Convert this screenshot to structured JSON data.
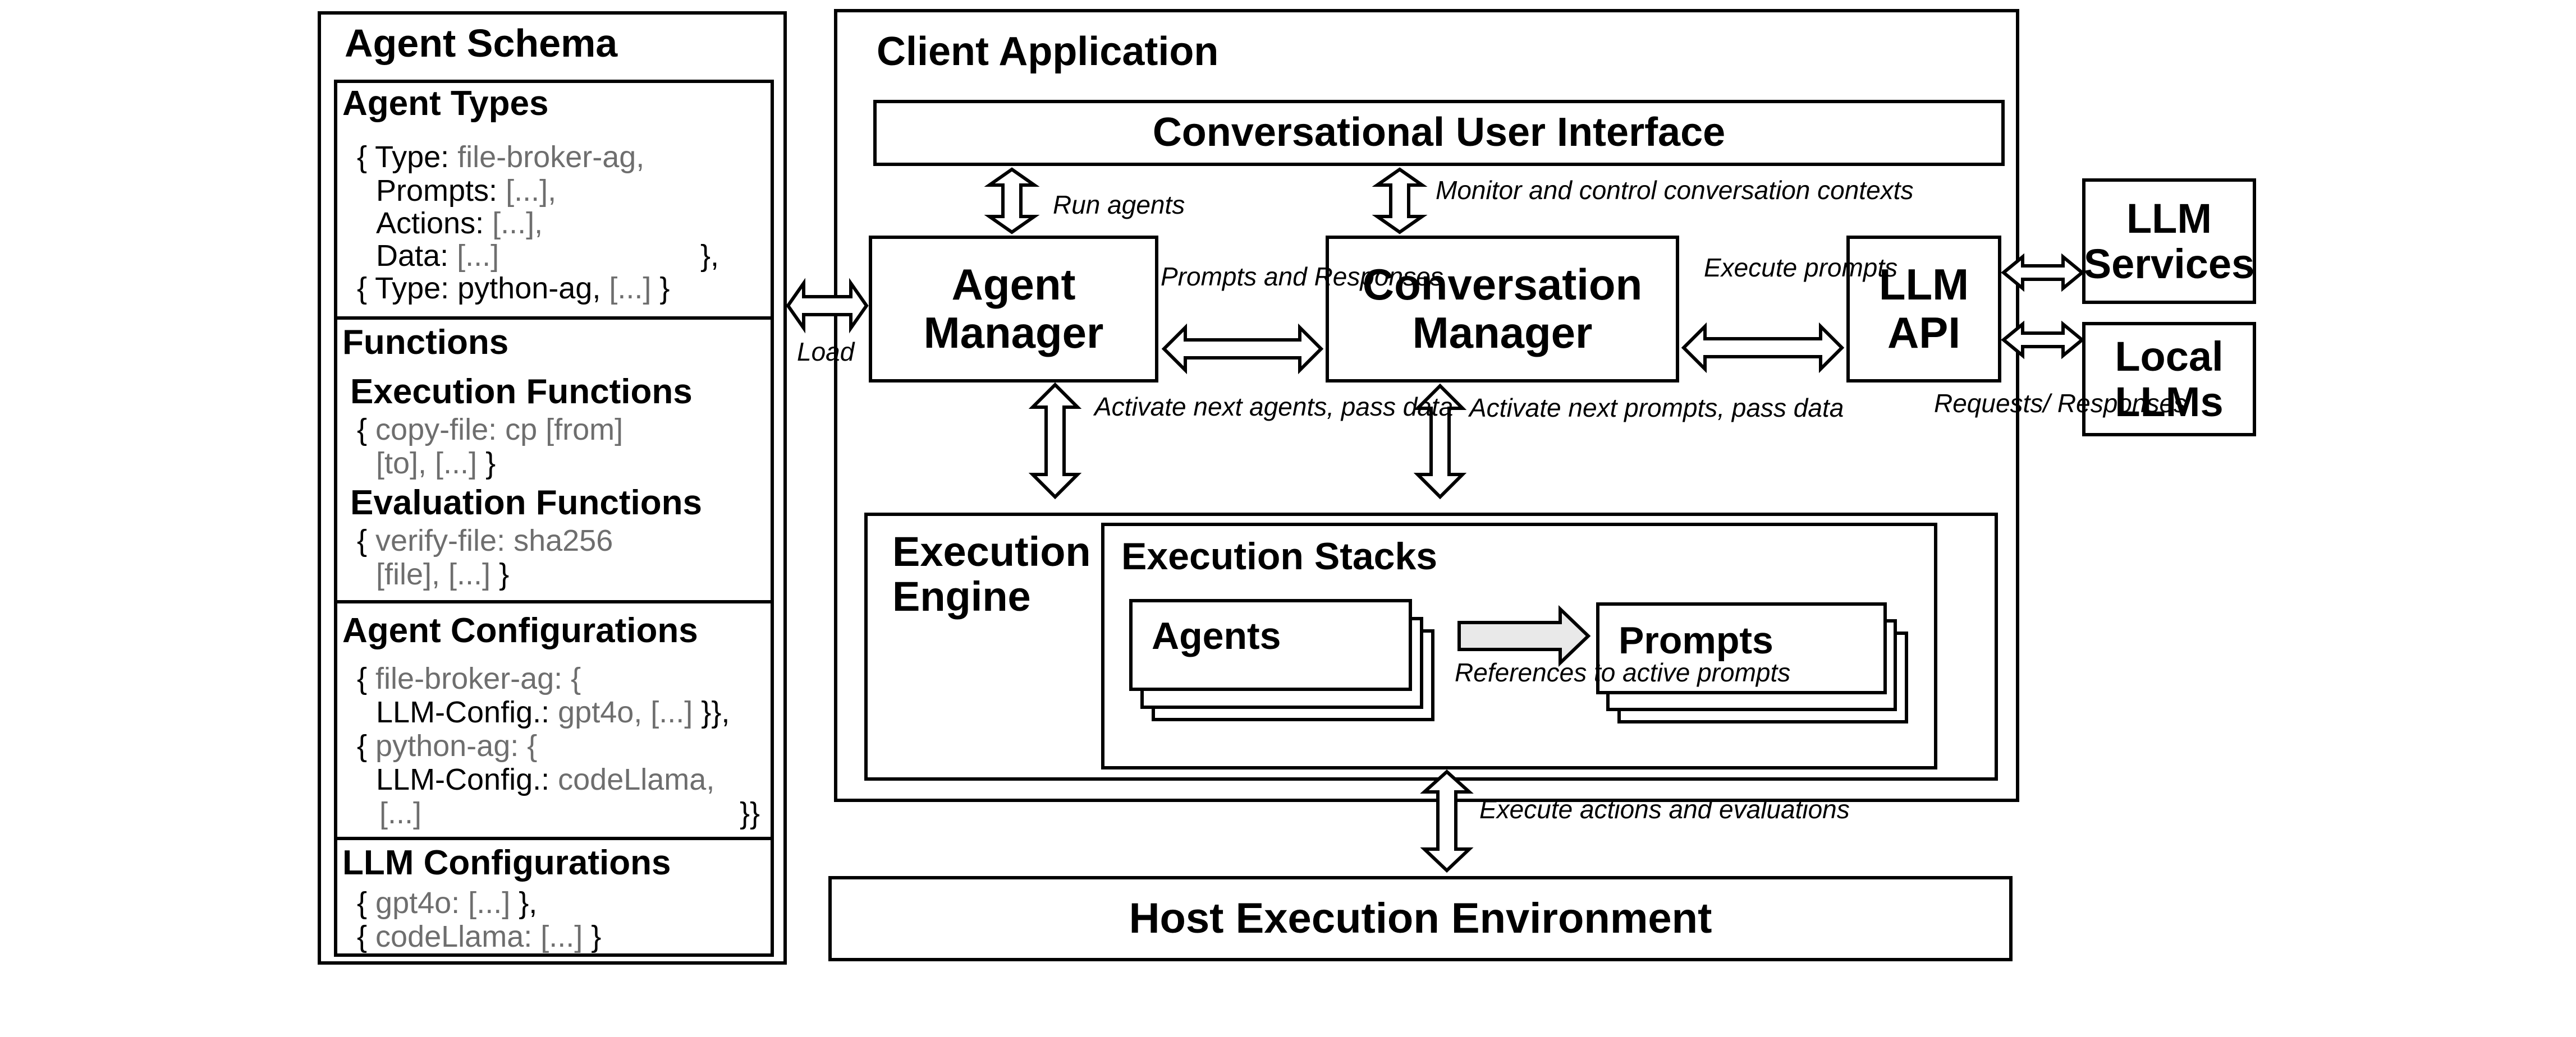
{
  "schema": {
    "title": "Agent Schema",
    "agent_types": {
      "title": "Agent Types",
      "l1_black": "{ Type: ",
      "l1_gray": "file-broker-ag,",
      "l2_black": "Prompts: ",
      "l2_gray": "[...],",
      "l3_black": "Actions: ",
      "l3_gray": "[...],",
      "l4_black": "Data: ",
      "l4_gray": "[...]",
      "l4_end": "},",
      "l5_black": "{ Type: python-ag, ",
      "l5_gray": "[...]",
      "l5_end": " }"
    },
    "functions": {
      "title": "Functions",
      "exec_title": "Execution Functions",
      "exec_l1_black": "{ ",
      "exec_l1_gray": "copy-file: cp [from]",
      "exec_l2_gray": "[to],  [...]",
      "exec_l2_end": "  }",
      "eval_title": "Evaluation Functions",
      "eval_l1_black": "{ ",
      "eval_l1_gray": "verify-file: sha256",
      "eval_l2_gray": "[file],  [...]",
      "eval_l2_end": " }"
    },
    "agent_configs": {
      "title": "Agent Configurations",
      "l1_black": "{ ",
      "l1_gray": "file-broker-ag: {",
      "l2_black": "LLM-Config.: ",
      "l2_gray": "gpt4o, [...]",
      "l2_end": " }},",
      "l3_black": "{ ",
      "l3_gray": "python-ag: {",
      "l4_black": "LLM-Config.: ",
      "l4_gray": "codeLlama,",
      "l5_gray": "[...]",
      "l5_end": "}}"
    },
    "llm_configs": {
      "title": "LLM Configurations",
      "l1_black": "{ ",
      "l1_gray": "gpt4o: [...]",
      "l1_end": "  },",
      "l2_black": "{ ",
      "l2_gray": "codeLlama: [...]",
      "l2_end": " }"
    }
  },
  "client": {
    "title": "Client Application",
    "ui_label": "Conversational User Interface",
    "agent_manager": "Agent\nManager",
    "conversation_manager": "Conversation\nManager",
    "llm_api": "LLM\nAPI",
    "execution_engine": "Execution\nEngine",
    "execution_stacks": "Execution Stacks",
    "agents": "Agents",
    "prompts": "Prompts"
  },
  "external": {
    "llm_services": "LLM\nServices",
    "local_llms": "Local\nLLMs",
    "host_env": "Host Execution Environment"
  },
  "edge_labels": {
    "load": "Load",
    "run_agents": "Run agents",
    "monitor": "Monitor and control\nconversation contexts",
    "prompts_responses": "Prompts and\nResponses",
    "execute_prompts": "Execute\nprompts",
    "requests_responses": "Requests/\nResponses",
    "activate_agents": "Activate\nnext agents,\npass data",
    "activate_prompts": "Activate\nnext prompts,\npass data",
    "references": "References\nto active\nprompts",
    "execute_actions": "Execute actions\nand evaluations"
  }
}
